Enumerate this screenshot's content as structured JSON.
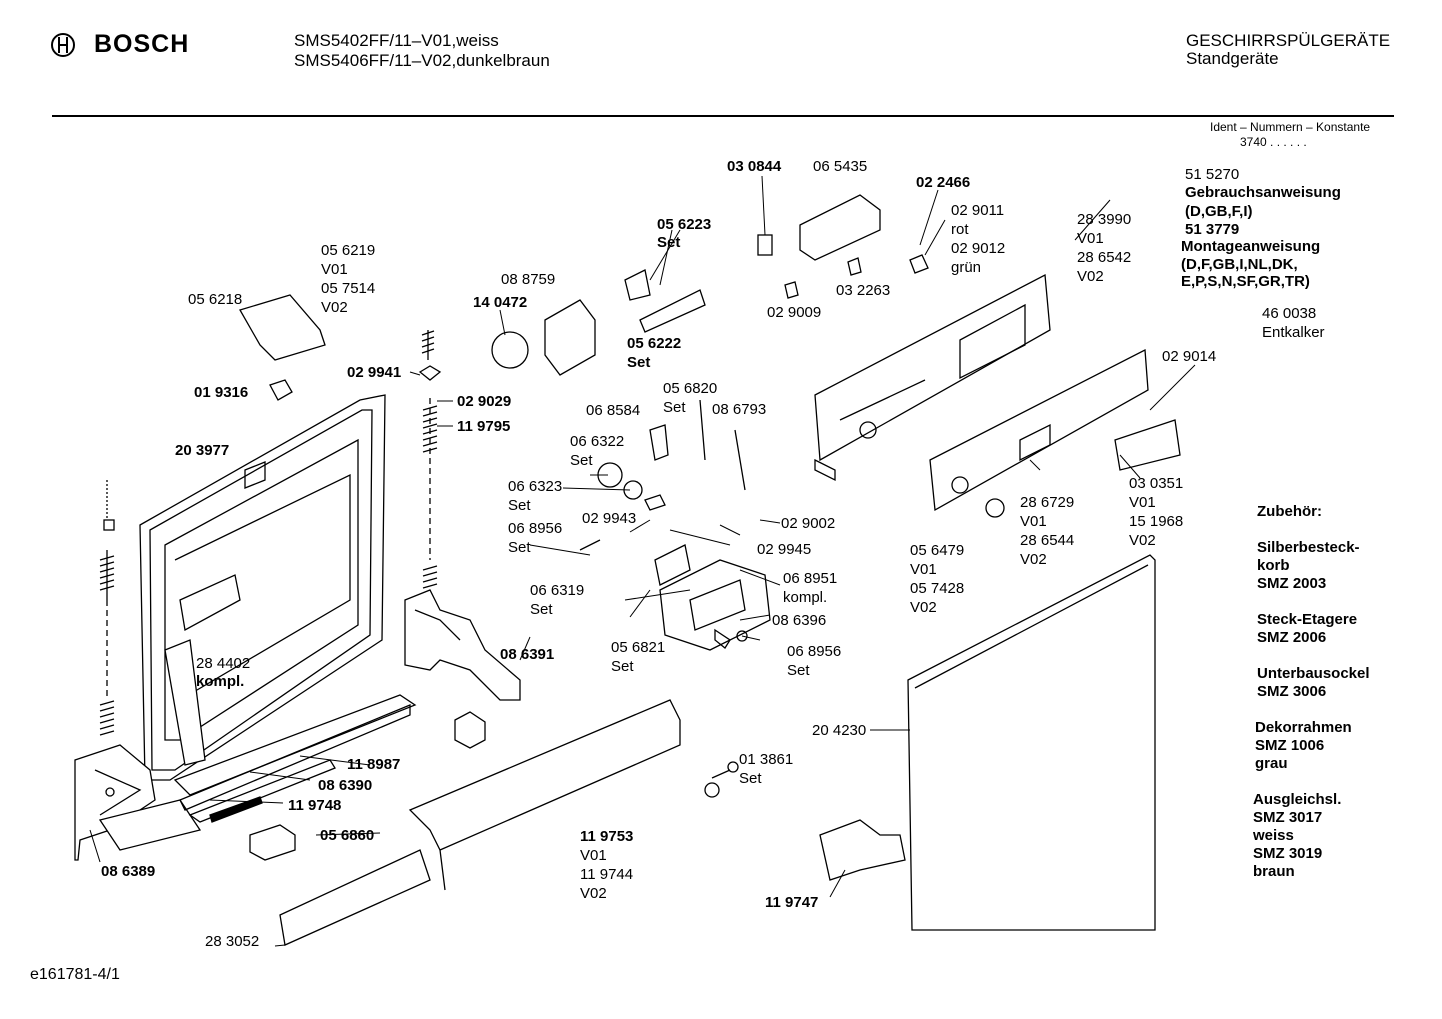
{
  "header": {
    "brand": "BOSCH",
    "model_line_1": "SMS5402FF/11–V01,weiss",
    "model_line_2": "SMS5406FF/11–V02,dunkelbraun",
    "category_line_1": "GESCHIRRSPÜLGERÄTE",
    "category_line_2": "Standgeräte",
    "ident_label": "Ident – Nummern – Konstante",
    "ident_value": "3740 . .  .  .  .  ."
  },
  "docs": [
    {
      "num": "51 5270",
      "text": "Gebrauchsanweisung",
      "lang": "(D,GB,F,I)"
    },
    {
      "num": "51 3779",
      "text": "Montageanweisung",
      "lang": "(D,F,GB,I,NL,DK,",
      "lang2": "E,P,S,N,SF,GR,TR)"
    },
    {
      "num": "46 0038",
      "text": "Entkalker"
    }
  ],
  "accessories": {
    "heading": "Zubehör:",
    "items": [
      {
        "l1": "Silberbesteck-",
        "l2": "korb",
        "l3": "SMZ 2003"
      },
      {
        "l1": "Steck-Etagere",
        "l2": "SMZ 2006"
      },
      {
        "l1": "Unterbausockel",
        "l2": "SMZ 3006"
      },
      {
        "l1": "Dekorrahmen",
        "l2": "SMZ 1006",
        "l3": "grau"
      },
      {
        "l1": "Ausgleichsl.",
        "l2": "SMZ 3017",
        "l3": "weiss",
        "l4": "SMZ 3019",
        "l5": "braun"
      }
    ]
  },
  "labels": {
    "l030844": "03 0844",
    "l065435": "06 5435",
    "l022466": "02 2466",
    "l029011": "02 9011",
    "rot": "rot",
    "l029012": "02 9012",
    "gruen": "grün",
    "l029009": "02 9009",
    "l032263": "03 2263",
    "l056223": "05 6223",
    "set1": "Set",
    "l056222": "05 6222",
    "set2": "Set",
    "l088759": "08 8759",
    "l140472": "14 0472",
    "l056219": "05 6219",
    "v01a": "V01",
    "l057514": "05 7514",
    "v02a": "V02",
    "l056218": "05 6218",
    "l019316": "01 9316",
    "l029941": "02 9941",
    "l029029": "02 9029",
    "l119795": "11 9795",
    "l203977": "20 3977",
    "l283990": "28 3990",
    "v01b": "V01",
    "l286542": "28 6542",
    "v02b": "V02",
    "l029014": "02 9014",
    "l056820": "05 6820",
    "set3": "Set",
    "l086793": "08 6793",
    "l068584": "06 8584",
    "l066322": "06 6322",
    "set4": "Set",
    "l066323": "06 6323",
    "set5": "Set",
    "l068956a": "06 8956",
    "set6": "Set",
    "l029943": "02 9943",
    "l029002": "02 9002",
    "l029945": "02 9945",
    "l066319": "06 6319",
    "set7": "Set",
    "l068951": "06 8951",
    "kompl1": "kompl.",
    "l086396": "08 6396",
    "l056821": "05 6821",
    "set8": "Set",
    "l068956b": "06 8956",
    "set9": "Set",
    "l286729": "28 6729",
    "v01c": "V01",
    "l286544": "28 6544",
    "v02c": "V02",
    "l030351": "03 0351",
    "v01d": "V01",
    "l151968": "15 1968",
    "v02d": "V02",
    "l056479": "05 6479",
    "v01e": "V01",
    "l057428": "05 7428",
    "v02e": "V02",
    "l086391": "08 6391",
    "l284402": "28 4402",
    "kompl2": "kompl.",
    "l118987": "11 8987",
    "l086390": "08 6390",
    "l119748": "11 9748",
    "l056860": "05 6860",
    "l086389": "08 6389",
    "l119753": "11 9753",
    "v01f": "V01",
    "l119744": "11 9744",
    "v02f": "V02",
    "l283052": "28 3052",
    "l013861": "01 3861",
    "set10": "Set",
    "l204230": "20 4230",
    "l119747": "11 9747"
  },
  "footer": "e161781-4/1"
}
